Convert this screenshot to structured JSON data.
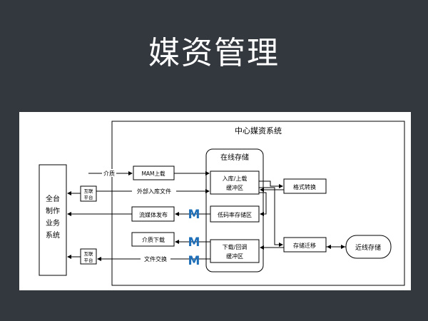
{
  "slide": {
    "title": "媒资管理"
  },
  "diagram": {
    "system_title": "中心媒资系统",
    "online_storage": "在线存储",
    "production_system": [
      "全台",
      "制作",
      "业务",
      "系统"
    ],
    "interconnect_platform": [
      "互联",
      "平台"
    ],
    "mam_upload": "MAM上载",
    "streaming_release": "流媒体发布",
    "media_download": "介质下载",
    "ingest_buffer": [
      "入库/上载",
      "缓冲区"
    ],
    "lowres_storage": "低码率存储区",
    "download_buffer": [
      "下载/回调",
      "缓冲区"
    ],
    "format_conversion": "格式转换",
    "storage_migration": "存储迁移",
    "nearline_storage": "近线存储",
    "media_label": "介质",
    "external_ingest_label": "外部入库文件",
    "file_exchange_label": "文件交换",
    "logo_letter": "M",
    "colors": {
      "line": "#000000",
      "logo": "#1e6fb8",
      "background": "#33373e"
    }
  }
}
